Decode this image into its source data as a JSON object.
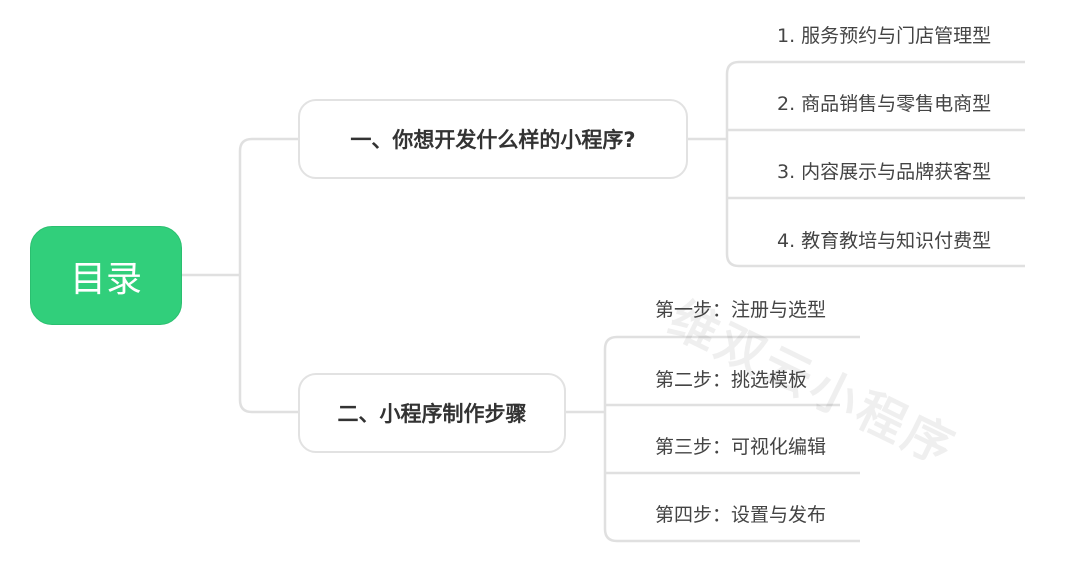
{
  "root": {
    "label": "目录",
    "color": "#31cf7b"
  },
  "branches": [
    {
      "label": "一、你想开发什么样的小程序?",
      "children": [
        "1. 服务预约与门店管理型",
        "2. 商品销售与零售电商型",
        "3. 内容展示与品牌获客型",
        "4. 教育教培与知识付费型"
      ]
    },
    {
      "label": "二、小程序制作步骤",
      "children": [
        "第一步：注册与选型",
        "第二步：挑选模板",
        "第三步：可视化编辑",
        "第四步：设置与发布"
      ]
    }
  ],
  "watermark": "维双云小程序"
}
